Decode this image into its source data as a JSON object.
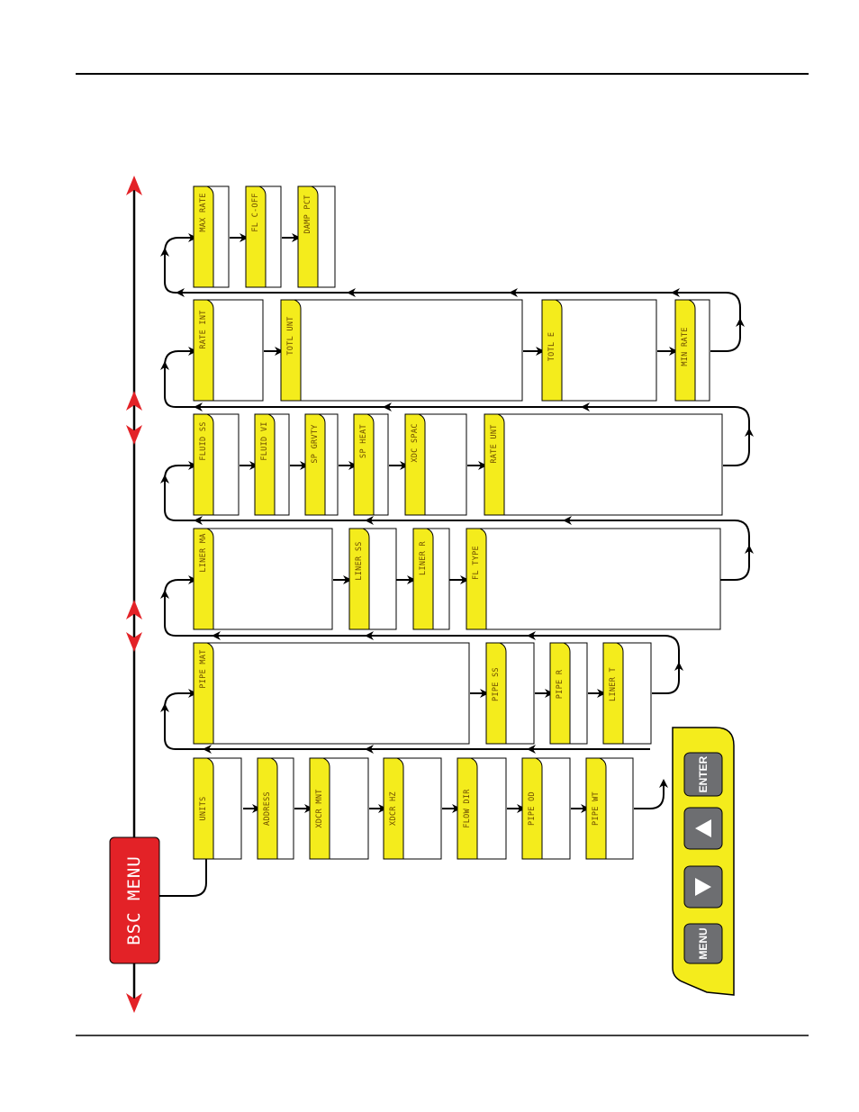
{
  "menu": {
    "title": "BSC MENU"
  },
  "rows": [
    {
      "name": "row-1",
      "items": [
        "UNITS",
        "ADDRESS",
        "XDCR MNT",
        "XDCR HZ",
        "FLOW DIR",
        "PIPE OD",
        "PIPE WT"
      ]
    },
    {
      "name": "row-2",
      "items": [
        "PIPE MAT",
        "PIPE SS",
        "PIPE R",
        "LINER T"
      ]
    },
    {
      "name": "row-3",
      "items": [
        "LINER MA",
        "LINER SS",
        "LINER R",
        "FL TYPE"
      ]
    },
    {
      "name": "row-4",
      "items": [
        "FLUID SS",
        "FLUID VI",
        "SP GRVTY",
        "SP HEAT",
        "XDC SPAC",
        "RATE UNT"
      ]
    },
    {
      "name": "row-5",
      "items": [
        "RATE INT",
        "TOTL UNT",
        "TOTL E",
        "MIN RATE"
      ]
    },
    {
      "name": "row-6",
      "items": [
        "MAX RATE",
        "FL C-OFF",
        "DAMP PCT"
      ]
    }
  ],
  "keypad": {
    "menu": "MENU",
    "down": "▼",
    "up": "▲",
    "enter": "ENTER"
  },
  "colors": {
    "lcd_yellow": "#f4ec1c",
    "menu_red": "#e32227",
    "arrow_red": "#e32227",
    "keypad_key": "#6d6e71"
  }
}
